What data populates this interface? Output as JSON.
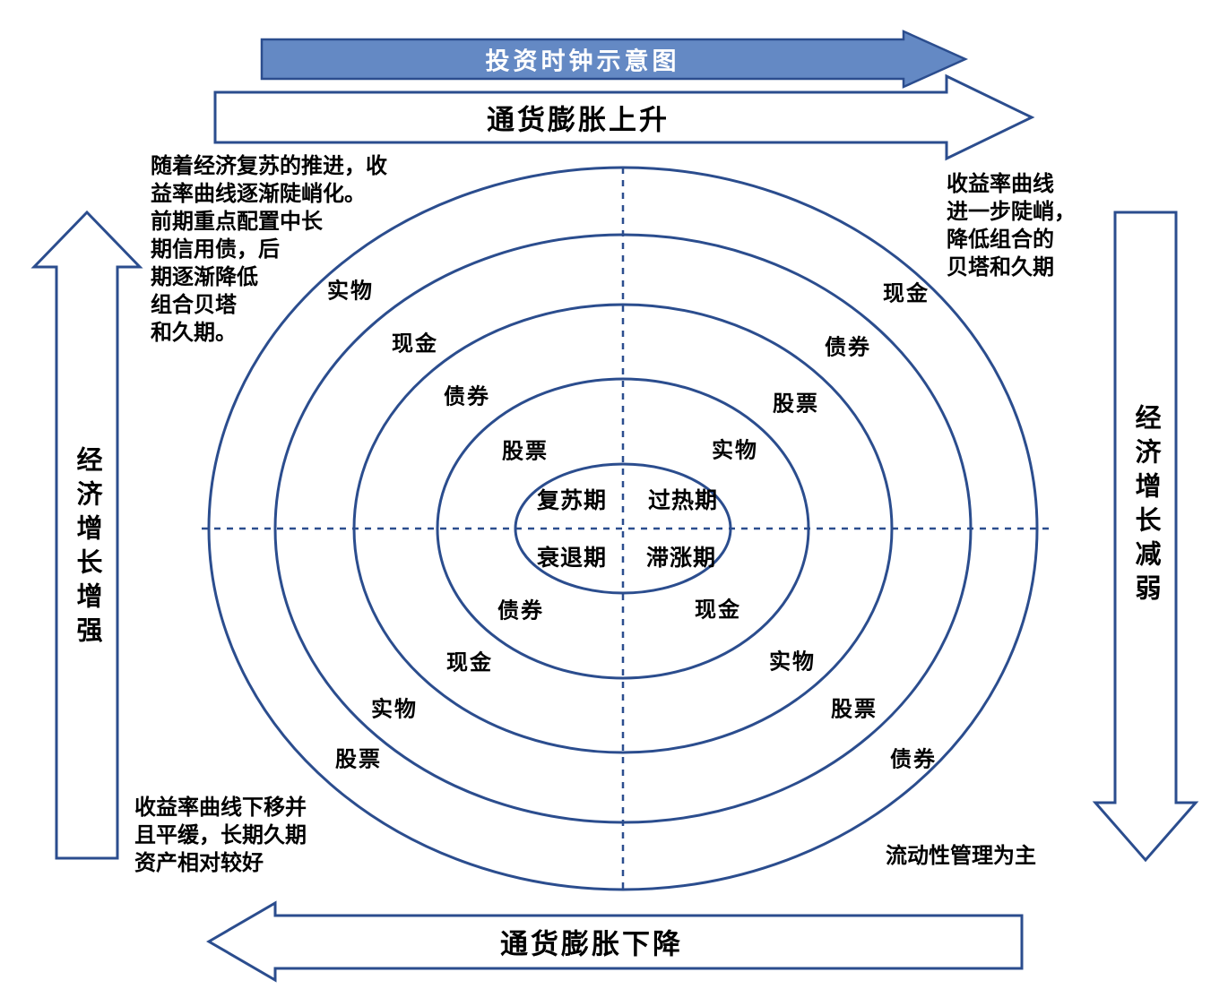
{
  "diagram": {
    "banner_title": "投资时钟示意图",
    "arrows": {
      "top": "通货膨胀上升",
      "bottom": "通货膨胀下降",
      "left": "经济增长增强",
      "right": "经济增长减弱"
    },
    "phases": {
      "top_left": "复苏期",
      "top_right": "过热期",
      "bottom_left": "衰退期",
      "bottom_right": "滞涨期"
    },
    "rings": [
      {
        "top_left": "股票",
        "top_right": "实物",
        "bottom_left": "债券",
        "bottom_right": "现金"
      },
      {
        "top_left": "债券",
        "top_right": "股票",
        "bottom_left": "现金",
        "bottom_right": "实物"
      },
      {
        "top_left": "现金",
        "top_right": "债券",
        "bottom_left": "实物",
        "bottom_right": "股票"
      },
      {
        "top_left": "实物",
        "top_right": "现金",
        "bottom_left": "股票",
        "bottom_right": "债券"
      }
    ],
    "annotations": {
      "top_left_lines": [
        "随着经济复苏的推进，收",
        "益率曲线逐渐陡峭化。",
        "前期重点配置中长",
        "期信用债，后",
        "期逐渐降低",
        "组合贝塔",
        "和久期。"
      ],
      "top_right_lines": [
        "收益率曲线",
        "进一步陡峭，",
        "降低组合的",
        "贝塔和久期"
      ],
      "bottom_left_lines": [
        "收益率曲线下移并",
        "且平缓，长期久期",
        "资产相对较好"
      ],
      "bottom_right": "流动性管理为主"
    },
    "colors": {
      "outline_blue": "#2b4d8e",
      "banner_fill": "#6489c4",
      "banner_text": "#ffffff",
      "text_color": "#000000"
    }
  }
}
